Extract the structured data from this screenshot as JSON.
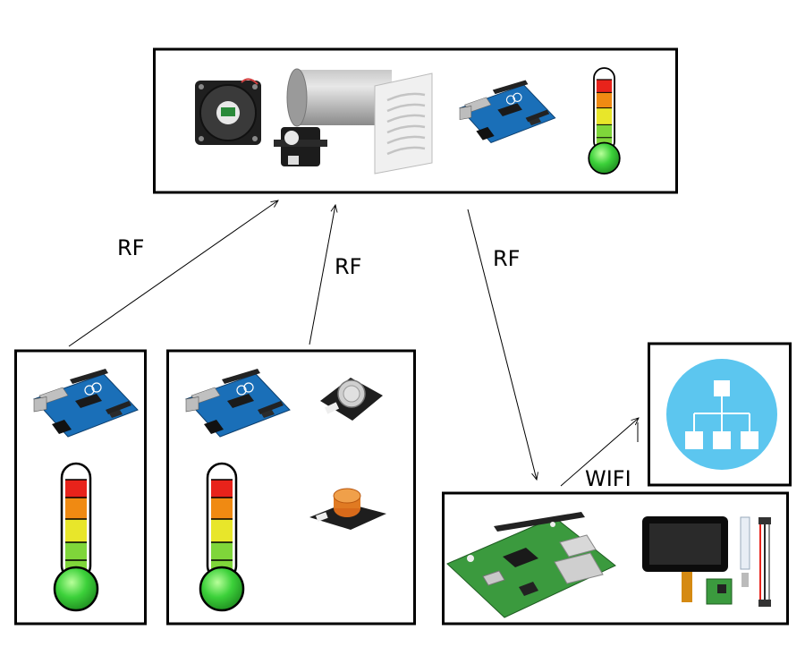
{
  "labels": {
    "rf_left": "RF",
    "rf_middle": "RF",
    "rf_right": "RF",
    "wifi": "WIFI"
  },
  "nodes": [
    {
      "id": "ventilation-unit",
      "components": [
        "fan-icon",
        "duct-icon",
        "vent-grille-icon",
        "servo-icon",
        "arduino-board-icon",
        "thermometer-icon"
      ]
    },
    {
      "id": "sensor-node-temp",
      "components": [
        "arduino-board-icon",
        "thermometer-icon"
      ]
    },
    {
      "id": "sensor-node-gas",
      "components": [
        "arduino-board-icon",
        "thermometer-icon",
        "gas-sensor-icon",
        "co-sensor-icon"
      ]
    },
    {
      "id": "raspberry-pi-hub",
      "components": [
        "raspberry-pi-icon",
        "touchscreen-icon",
        "cables-icon"
      ]
    },
    {
      "id": "network-cloud",
      "components": [
        "network-icon"
      ]
    }
  ],
  "colors": {
    "arduino_blue": "#1a6fb8",
    "thermo_red": "#e8231b",
    "thermo_orange": "#f08a12",
    "thermo_yellow": "#e8e62a",
    "thermo_green": "#3cd13a",
    "pi_green": "#3b9a3e",
    "network_blue": "#5cc6ef"
  }
}
